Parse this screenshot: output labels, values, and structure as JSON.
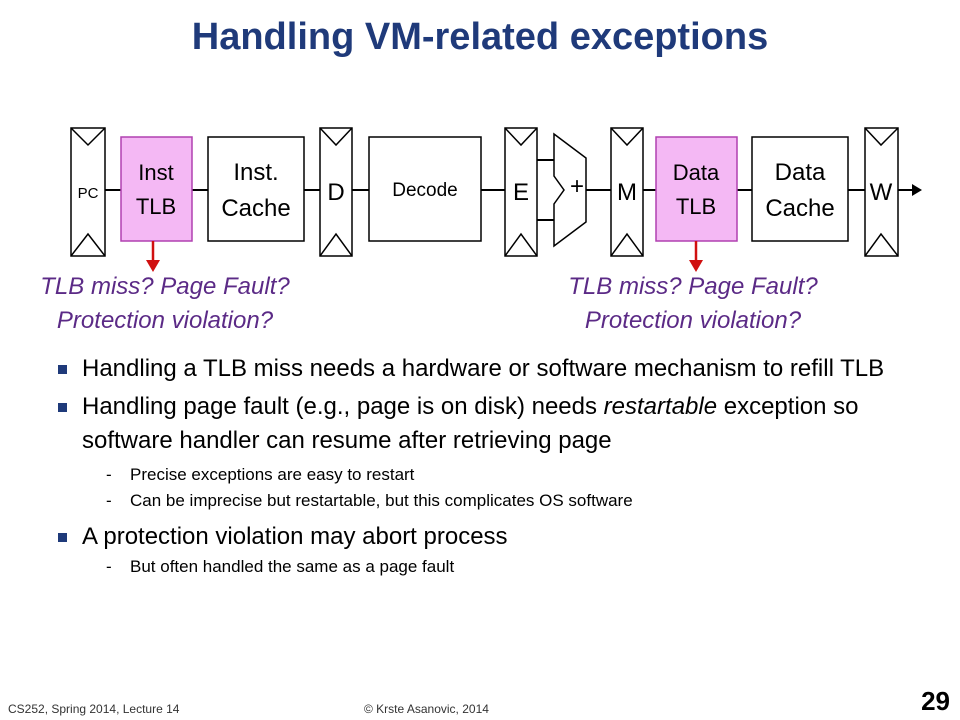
{
  "title": "Handling VM-related exceptions",
  "pipeline": {
    "pc": "PC",
    "inst_tlb": [
      "Inst",
      "TLB"
    ],
    "inst_cache": [
      "Inst.",
      "Cache"
    ],
    "d": "D",
    "decode": "Decode",
    "e": "E",
    "alu": "+",
    "m": "M",
    "data_tlb": [
      "Data",
      "TLB"
    ],
    "data_cache": [
      "Data",
      "Cache"
    ],
    "w": "W",
    "tlb_fill": "#f4b8f4",
    "tlb_stroke": "#b040b0",
    "arrow_color": "#d01010"
  },
  "faults": {
    "left": [
      "TLB miss? Page Fault?",
      "Protection violation?"
    ],
    "right": [
      "TLB miss? Page Fault?",
      "Protection violation?"
    ]
  },
  "bullets": {
    "b1": "Handling a TLB miss needs a hardware or software mechanism to refill TLB",
    "b2_pre": "Handling page fault (e.g., page is on disk) needs ",
    "b2_em": "restartable",
    "b2_post": " exception so software handler can resume after retrieving page",
    "b2_sub1": "Precise exceptions are easy to restart",
    "b2_sub2": "Can be imprecise but restartable, but this complicates OS software",
    "b3": "A protection violation may abort process",
    "b3_sub1": "But often handled the same as a page fault",
    "dash": "-"
  },
  "footer": {
    "course": "CS252, Spring 2014, Lecture 14",
    "copyright": "© Krste Asanovic, 2014",
    "page": "29"
  }
}
